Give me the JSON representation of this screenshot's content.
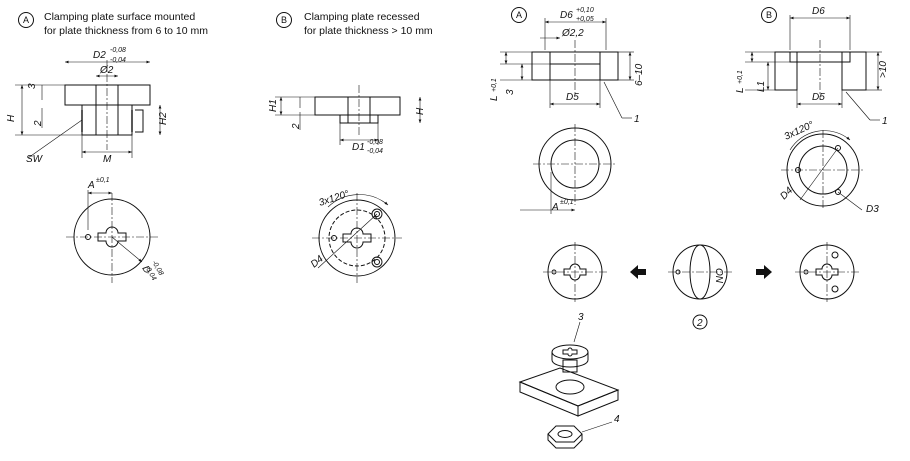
{
  "section_a": {
    "marker": "A",
    "caption_line1": "Clamping plate surface mounted",
    "caption_line2": "for plate thickness from 6 to 10 mm"
  },
  "section_b": {
    "marker": "B",
    "caption_line1": "Clamping plate recessed",
    "caption_line2": "for plate thickness > 10 mm"
  },
  "mounting_a": {
    "marker": "A"
  },
  "mounting_b": {
    "marker": "B"
  },
  "dims": {
    "D2": "D2",
    "D2_tol_top": "-0,08",
    "D2_tol_bot": "-0,04",
    "phi2": "Ø2",
    "three": "3",
    "H": "H",
    "two": "2",
    "H2": "H2",
    "SW": "SW",
    "M": "M",
    "A": "A",
    "A_tol": "±0,1",
    "D": "D",
    "D_tol_top": "-0,08",
    "D_tol_bot": "-0,04",
    "H1": "H1",
    "two_b": "2",
    "H_b": "H",
    "D1": "D1",
    "D1_tol_top": "-0,08",
    "D1_tol_bot": "-0,04",
    "three_x": "3x120°",
    "D4": "D4",
    "D6": "D6",
    "D6_tol_top": "+0,10",
    "D6_tol_bot": "+0,05",
    "phi22": "Ø2,2",
    "L": "L",
    "L_tol": "+0,1",
    "three_c": "3",
    "six_ten": "6–10",
    "D5": "D5",
    "one": "1",
    "A_c": "A",
    "A_c_tol": "±0,1",
    "D6_d": "D6",
    "L_d": "L",
    "L_d_tol": "+0,1",
    "L1": "L1",
    "gt10": ">10",
    "D5_d": "D5",
    "one_d": "1",
    "three_x_d": "3x120°",
    "D4_d": "D4",
    "D3": "D3",
    "two_circle": "2",
    "three_label": "3",
    "four_label": "4",
    "on_label": "ON"
  }
}
